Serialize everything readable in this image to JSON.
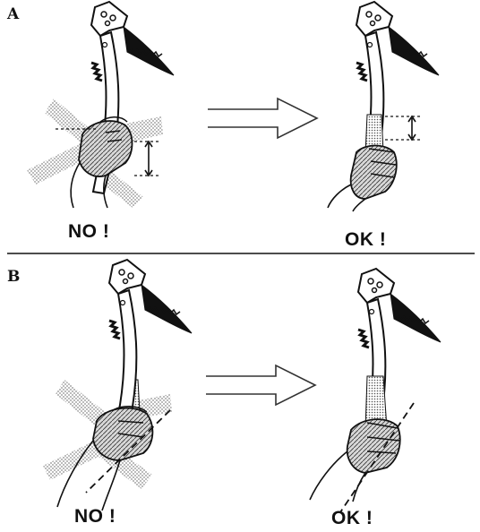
{
  "panels": [
    {
      "label": "A",
      "wrong_caption": "NO !",
      "right_caption": "OK !"
    },
    {
      "label": "B",
      "wrong_caption": "NO !",
      "right_caption": "OK !"
    }
  ],
  "colors": {
    "ink": "#111111",
    "stipple": "#9a9a9a",
    "background": "#ffffff"
  },
  "icons": [
    "ice-axe-icon",
    "hand-icon",
    "wrist-leash-icon",
    "arrow-right-icon"
  ]
}
